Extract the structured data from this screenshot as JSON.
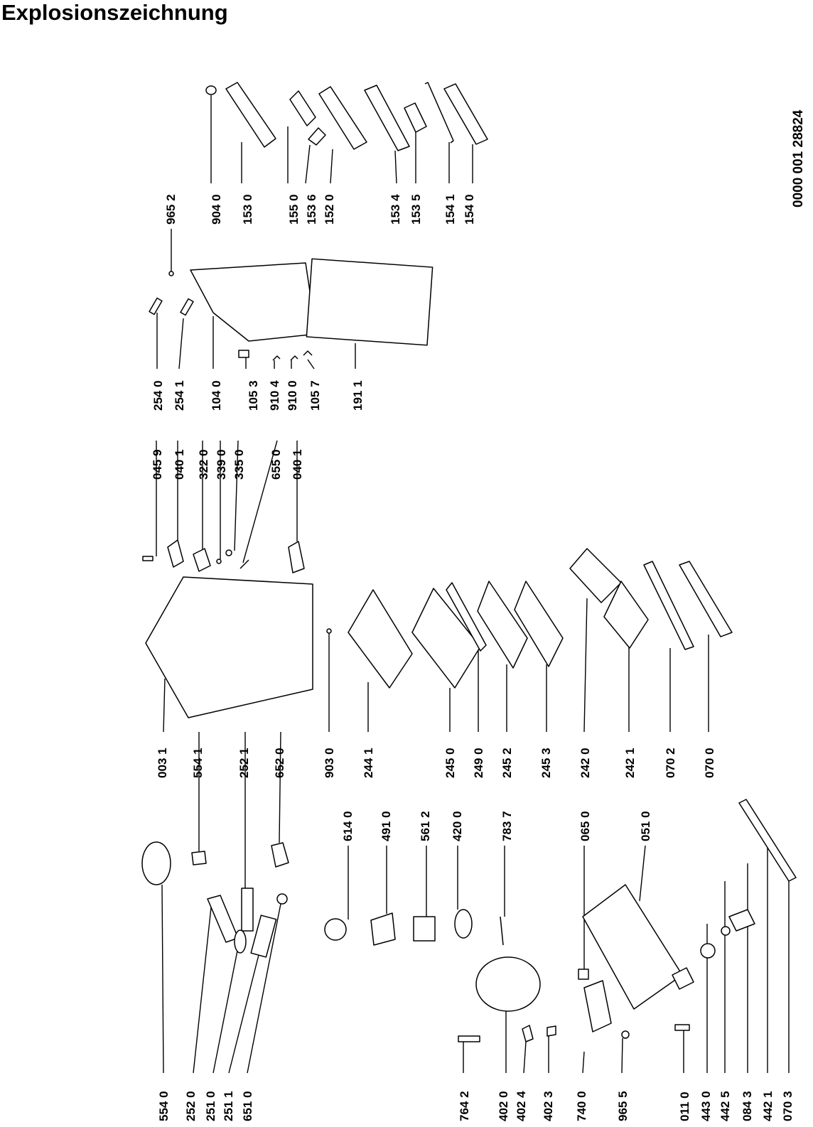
{
  "title": "Explosionszeichnung",
  "doc_number": "0000 001 28824",
  "parts": [
    {
      "id": "904-0",
      "label": "904 0"
    },
    {
      "id": "153-0",
      "label": "153 0"
    },
    {
      "id": "155-0",
      "label": "155 0"
    },
    {
      "id": "153-6",
      "label": "153 6"
    },
    {
      "id": "152-0",
      "label": "152 0"
    },
    {
      "id": "153-4",
      "label": "153 4"
    },
    {
      "id": "153-5",
      "label": "153 5"
    },
    {
      "id": "154-1",
      "label": "154 1"
    },
    {
      "id": "154-0",
      "label": "154 0"
    },
    {
      "id": "965-2",
      "label": "965 2"
    },
    {
      "id": "254-0",
      "label": "254 0"
    },
    {
      "id": "254-1",
      "label": "254 1"
    },
    {
      "id": "104-0",
      "label": "104 0"
    },
    {
      "id": "105-3",
      "label": "105 3"
    },
    {
      "id": "910-4",
      "label": "910 4"
    },
    {
      "id": "910-0",
      "label": "910 0"
    },
    {
      "id": "105-7",
      "label": "105 7"
    },
    {
      "id": "191-1",
      "label": "191 1"
    },
    {
      "id": "045-9",
      "label": "045 9"
    },
    {
      "id": "040-1a",
      "label": "040 1"
    },
    {
      "id": "322-0",
      "label": "322 0"
    },
    {
      "id": "339-0",
      "label": "339 0"
    },
    {
      "id": "335-0",
      "label": "335 0"
    },
    {
      "id": "655-0",
      "label": "655 0"
    },
    {
      "id": "040-1b",
      "label": "040 1"
    },
    {
      "id": "003-1",
      "label": "003 1"
    },
    {
      "id": "554-1",
      "label": "554 1"
    },
    {
      "id": "252-1",
      "label": "252 1"
    },
    {
      "id": "652-0",
      "label": "652 0"
    },
    {
      "id": "903-0",
      "label": "903 0"
    },
    {
      "id": "244-1",
      "label": "244 1"
    },
    {
      "id": "245-0",
      "label": "245 0"
    },
    {
      "id": "249-0",
      "label": "249 0"
    },
    {
      "id": "245-2",
      "label": "245 2"
    },
    {
      "id": "245-3",
      "label": "245 3"
    },
    {
      "id": "242-0",
      "label": "242 0"
    },
    {
      "id": "242-1",
      "label": "242 1"
    },
    {
      "id": "070-2",
      "label": "070 2"
    },
    {
      "id": "070-0",
      "label": "070 0"
    },
    {
      "id": "614-0",
      "label": "614 0"
    },
    {
      "id": "491-0",
      "label": "491 0"
    },
    {
      "id": "561-2",
      "label": "561 2"
    },
    {
      "id": "420-0",
      "label": "420 0"
    },
    {
      "id": "783-7",
      "label": "783 7"
    },
    {
      "id": "065-0",
      "label": "065 0"
    },
    {
      "id": "051-0",
      "label": "051 0"
    },
    {
      "id": "554-0",
      "label": "554 0"
    },
    {
      "id": "252-0",
      "label": "252 0"
    },
    {
      "id": "251-0",
      "label": "251 0"
    },
    {
      "id": "251-1",
      "label": "251 1"
    },
    {
      "id": "651-0",
      "label": "651 0"
    },
    {
      "id": "764-2",
      "label": "764 2"
    },
    {
      "id": "402-0",
      "label": "402 0"
    },
    {
      "id": "402-4",
      "label": "402 4"
    },
    {
      "id": "402-3",
      "label": "402 3"
    },
    {
      "id": "740-0",
      "label": "740 0"
    },
    {
      "id": "965-5",
      "label": "965 5"
    },
    {
      "id": "011-0",
      "label": "011 0"
    },
    {
      "id": "443-0",
      "label": "443 0"
    },
    {
      "id": "442-5",
      "label": "442 5"
    },
    {
      "id": "084-3",
      "label": "084 3"
    },
    {
      "id": "442-1",
      "label": "442 1"
    },
    {
      "id": "070-3",
      "label": "070 3"
    }
  ]
}
